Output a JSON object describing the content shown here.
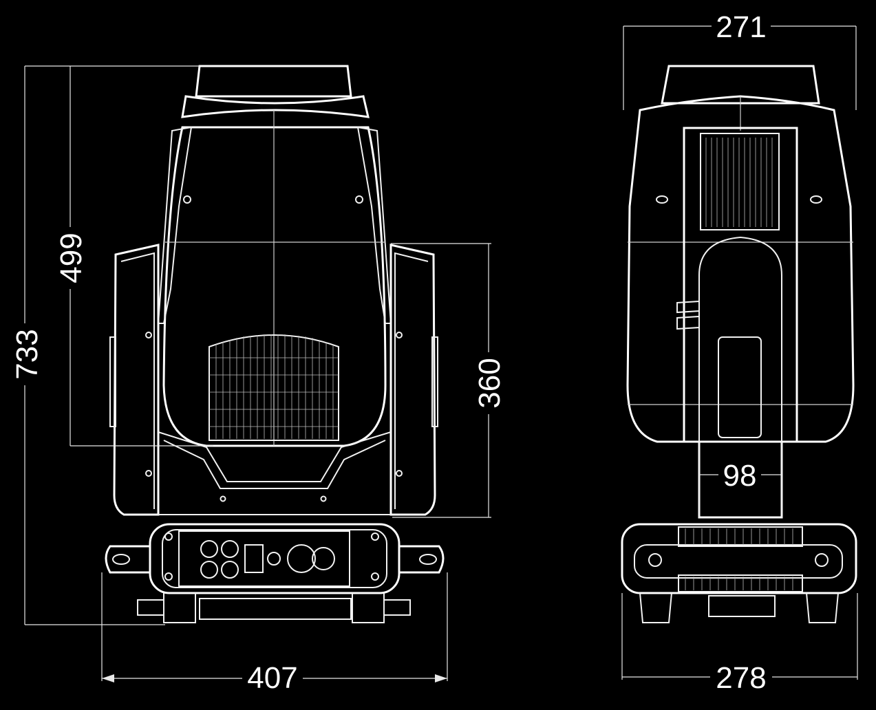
{
  "dimensions": {
    "overall_height": "733",
    "head_height": "499",
    "yoke_height": "360",
    "base_width_front": "407",
    "head_width_side": "271",
    "base_width_side": "278",
    "arm_width": "98"
  },
  "colors": {
    "background": "#000000",
    "line": "#f2f2f2"
  }
}
